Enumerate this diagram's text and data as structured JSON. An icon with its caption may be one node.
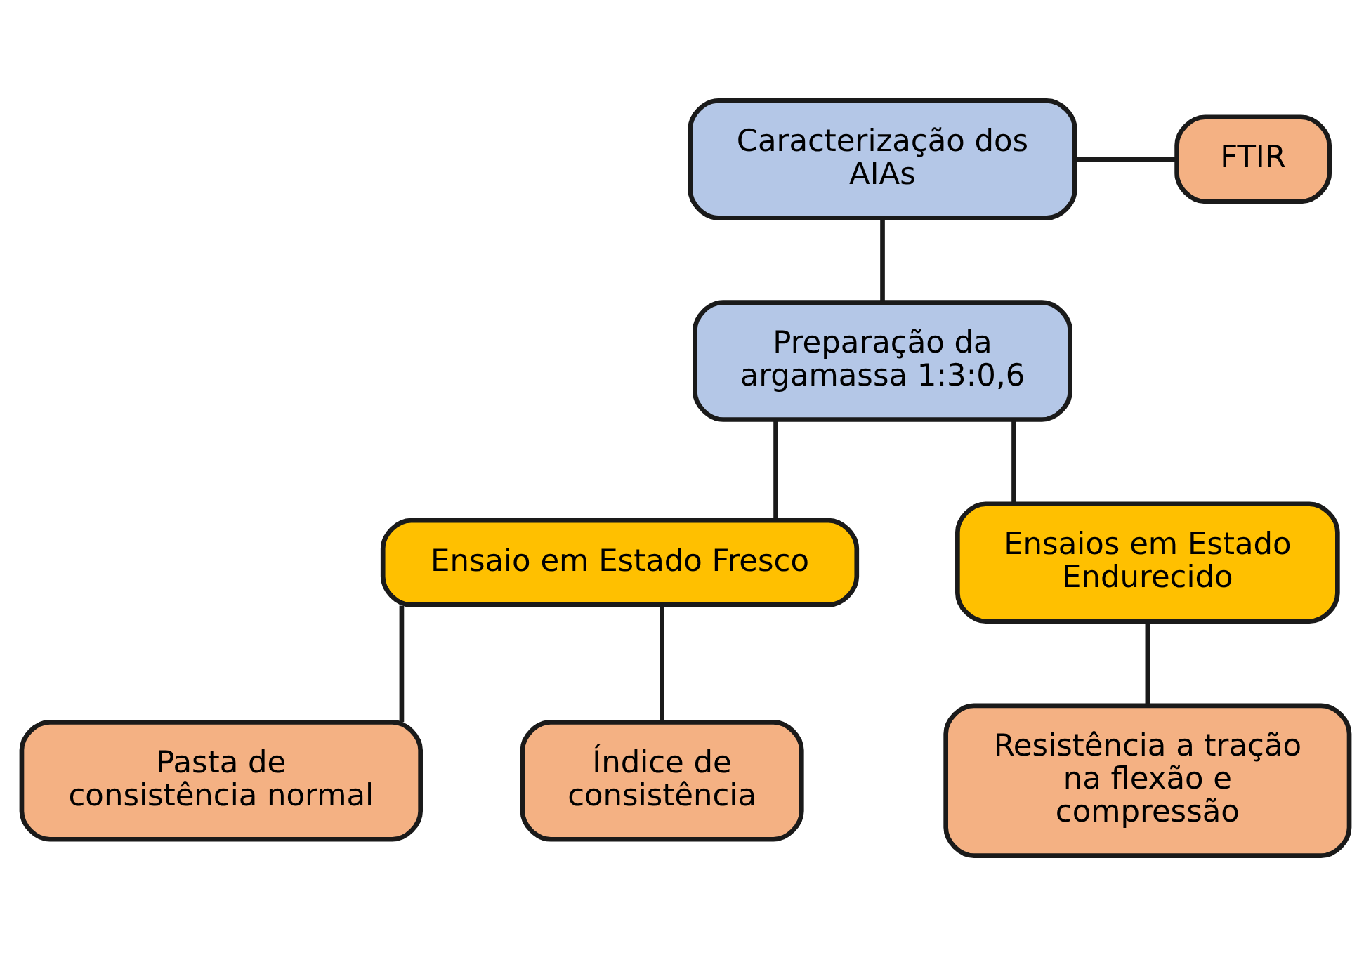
{
  "diagram": {
    "nodes": [
      {
        "text": [
          "Caracterização dos AIAs"
        ]
      },
      {
        "text": [
          "FTIR"
        ]
      },
      {
        "text": [
          "Preparação da argamassa 1:3:0,6"
        ]
      },
      {
        "text": [
          "Ensaio em Estado Fresco"
        ]
      },
      {
        "text": [
          "Ensaios em Estado Endurecido"
        ]
      },
      {
        "text": [
          "Pasta de consistência normal"
        ]
      },
      {
        "text": [
          "Índice de consistência"
        ]
      },
      {
        "text": [
          "Resistência a tração na flexão e compressão"
        ]
      }
    ],
    "edges": [
      {
        "from": 0,
        "to": 1,
        "arrow": "none"
      },
      {
        "from": 0,
        "to": 2,
        "arrow": "none"
      },
      {
        "from": 2,
        "to": 3,
        "arrow": "none"
      },
      {
        "from": 2,
        "to": 4,
        "arrow": "none"
      },
      {
        "from": 3,
        "to": 5,
        "arrow": "none"
      },
      {
        "from": 3,
        "to": 6,
        "arrow": "none"
      },
      {
        "from": 4,
        "to": 7,
        "arrow": "none"
      }
    ]
  }
}
